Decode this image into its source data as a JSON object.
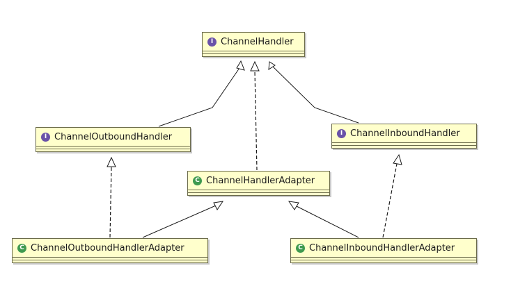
{
  "diagram": {
    "nodes": [
      {
        "id": "channel-handler",
        "kind": "interface",
        "icon": "interface-icon",
        "symbol": "I",
        "label": "ChannelHandler"
      },
      {
        "id": "channel-outbound-handler",
        "kind": "interface",
        "icon": "interface-icon",
        "symbol": "I",
        "label": "ChannelOutboundHandler"
      },
      {
        "id": "channel-inbound-handler",
        "kind": "interface",
        "icon": "interface-icon",
        "symbol": "I",
        "label": "ChannelInboundHandler"
      },
      {
        "id": "channel-handler-adapter",
        "kind": "class",
        "icon": "class-icon",
        "symbol": "C",
        "label": "ChannelHandlerAdapter"
      },
      {
        "id": "channel-outbound-handler-adapter",
        "kind": "class",
        "icon": "class-icon",
        "symbol": "C",
        "label": "ChannelOutboundHandlerAdapter"
      },
      {
        "id": "channel-inbound-handler-adapter",
        "kind": "class",
        "icon": "class-icon",
        "symbol": "C",
        "label": "ChannelInboundHandlerAdapter"
      }
    ],
    "edges": [
      {
        "from": "channel-outbound-handler",
        "to": "channel-handler",
        "type": "generalization"
      },
      {
        "from": "channel-inbound-handler",
        "to": "channel-handler",
        "type": "generalization"
      },
      {
        "from": "channel-handler-adapter",
        "to": "channel-handler",
        "type": "realization"
      },
      {
        "from": "channel-outbound-handler-adapter",
        "to": "channel-outbound-handler",
        "type": "realization"
      },
      {
        "from": "channel-outbound-handler-adapter",
        "to": "channel-handler-adapter",
        "type": "generalization"
      },
      {
        "from": "channel-inbound-handler-adapter",
        "to": "channel-inbound-handler",
        "type": "realization"
      },
      {
        "from": "channel-inbound-handler-adapter",
        "to": "channel-handler-adapter",
        "type": "generalization"
      }
    ],
    "colors": {
      "box_fill": "#ffffcc",
      "box_border": "#6b6b4a",
      "interface_icon": "#6a52a8",
      "class_icon": "#3f9a4f",
      "edge": "#1a1a1a"
    }
  }
}
